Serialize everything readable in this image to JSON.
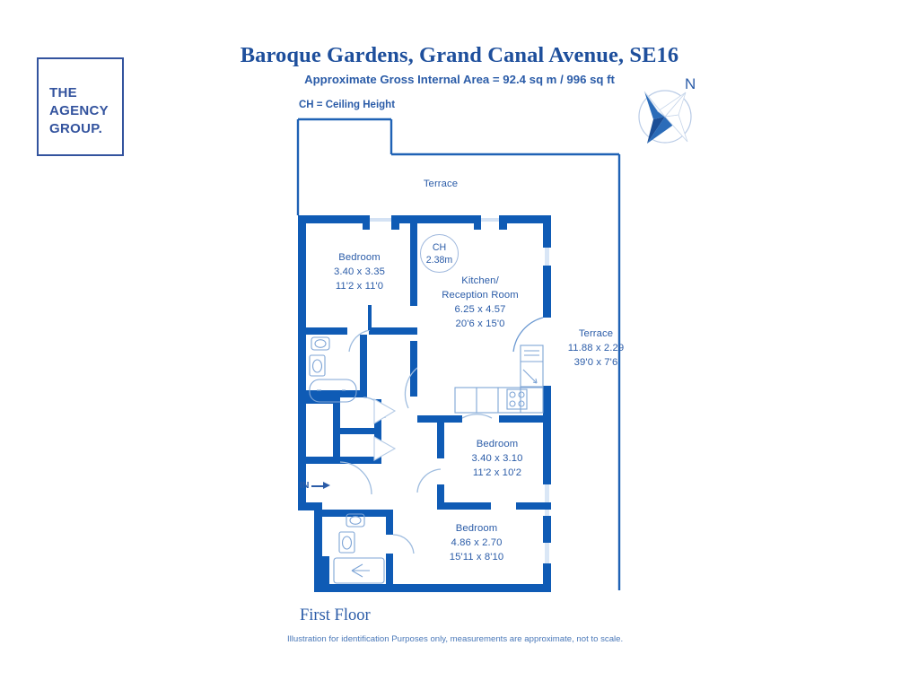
{
  "brand": {
    "logo_text": "THE\nAGENCY\nGROUP.",
    "border_color": "#33539e"
  },
  "header": {
    "title": "Baroque Gardens, Grand Canal Avenue, SE16",
    "area": "Approximate Gross Internal Area = 92.4 sq m / 996 sq ft",
    "ch_legend": "CH = Ceiling Height"
  },
  "compass": {
    "north_label": "N",
    "icon": "compass-rose-icon"
  },
  "plan": {
    "wall_color": "#0f5bb5",
    "thin_line_color": "#2b5ca8",
    "ceiling_height_badge": "CH\n2.38m",
    "entrance": {
      "label": "IN",
      "icon": "arrow-right-icon"
    },
    "rooms": [
      {
        "id": "terrace-top",
        "name": "Terrace",
        "label": "Terrace"
      },
      {
        "id": "bedroom-1",
        "name": "Bedroom",
        "metric": "3.40 x 3.35",
        "imperial": "11'2 x 11'0",
        "label": "Bedroom\n3.40 x 3.35\n11'2 x 11'0"
      },
      {
        "id": "kitchen-reception",
        "name": "Kitchen/ Reception Room",
        "metric": "6.25 x 4.57",
        "imperial": "20'6 x 15'0",
        "label": "Kitchen/\nReception Room\n6.25 x 4.57\n20'6 x 15'0"
      },
      {
        "id": "terrace-right",
        "name": "Terrace",
        "metric": "11.88 x 2.29",
        "imperial": "39'0 x 7'6",
        "label": "Terrace\n11.88 x 2.29\n39'0 x 7'6"
      },
      {
        "id": "bedroom-2",
        "name": "Bedroom",
        "metric": "3.40 x 3.10",
        "imperial": "11'2 x 10'2",
        "label": "Bedroom\n3.40 x 3.10\n11'2 x 10'2"
      },
      {
        "id": "bedroom-3",
        "name": "Bedroom",
        "metric": "4.86 x 2.70",
        "imperial": "15'11 x 8'10",
        "label": "Bedroom\n4.86 x 2.70\n15'11 x 8'10"
      }
    ],
    "fixtures": [
      "toilet-icon",
      "sink-icon",
      "bathtub-icon",
      "hob-icon",
      "fridge-icon",
      "shower-icon"
    ]
  },
  "footer": {
    "floor_name": "First Floor",
    "disclaimer": "Illustration for identification Purposes only, measurements are approximate, not to scale."
  }
}
